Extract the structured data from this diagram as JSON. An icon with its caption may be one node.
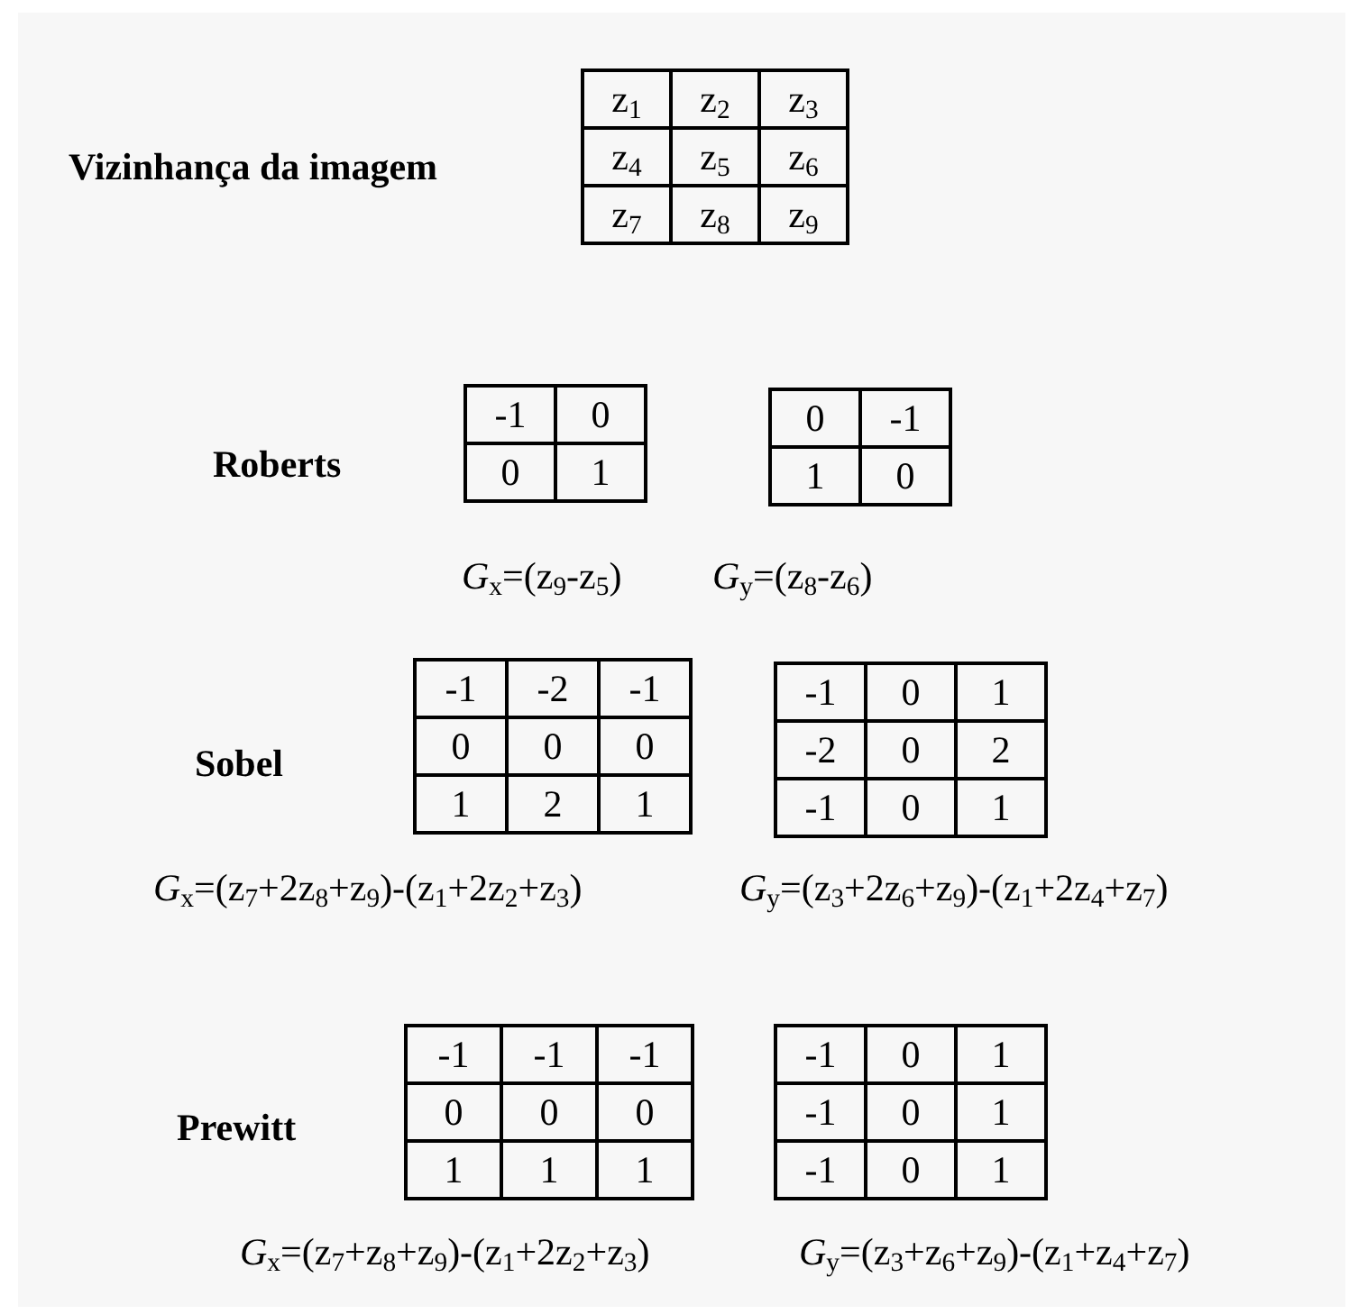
{
  "diagram": {
    "labels": [
      "Vizinhança da imagem",
      "z$_{1}$",
      "z$_{2}$",
      "z$_{3}$",
      "z$_{4}$",
      "z$_{5}$",
      "z$_{6}$",
      "z$_{7}$",
      "z$_{8}$",
      "z$_{9}$",
      "Roberts",
      "-1",
      "0",
      "0",
      "1",
      "0",
      "-1",
      "1",
      "0",
      "*G*$_{x}$=(z$_{9}$-z$_{5}$)",
      "*G*$_{y}$=(z$_{8}$-z$_{6}$)",
      "Sobel",
      "-1",
      "-2",
      "-1",
      "0",
      "0",
      "0",
      "1",
      "2",
      "1",
      "-1",
      "0",
      "1",
      "-2",
      "0",
      "2",
      "-1",
      "0",
      "1",
      "*G*$_{x}$=(z$_{7}$+2z$_{8}$+z$_{9}$)-(z$_{1}$+2z$_{2}$+z$_{3}$)",
      "*G*$_{y}$=(z$_{3}$+2z$_{6}$+z$_{9}$)-(z$_{1}$+2z$_{4}$+z$_{7}$)",
      "Prewitt",
      "-1",
      "-1",
      "-1",
      "0",
      "0",
      "0",
      "1",
      "1",
      "1",
      "-1",
      "0",
      "1",
      "-1",
      "0",
      "1",
      "-1",
      "0",
      "1",
      "*G*$_{x}$=(z$_{7}$+z$_{8}$+z$_{9}$)-(z$_{1}$+2z$_{2}$+z$_{3}$)",
      "*G*$_{y}$=(z$_{3}$+z$_{6}$+z$_{9}$)-(z$_{1}$+z$_{4}$+z$_{7}$)"
    ]
  }
}
